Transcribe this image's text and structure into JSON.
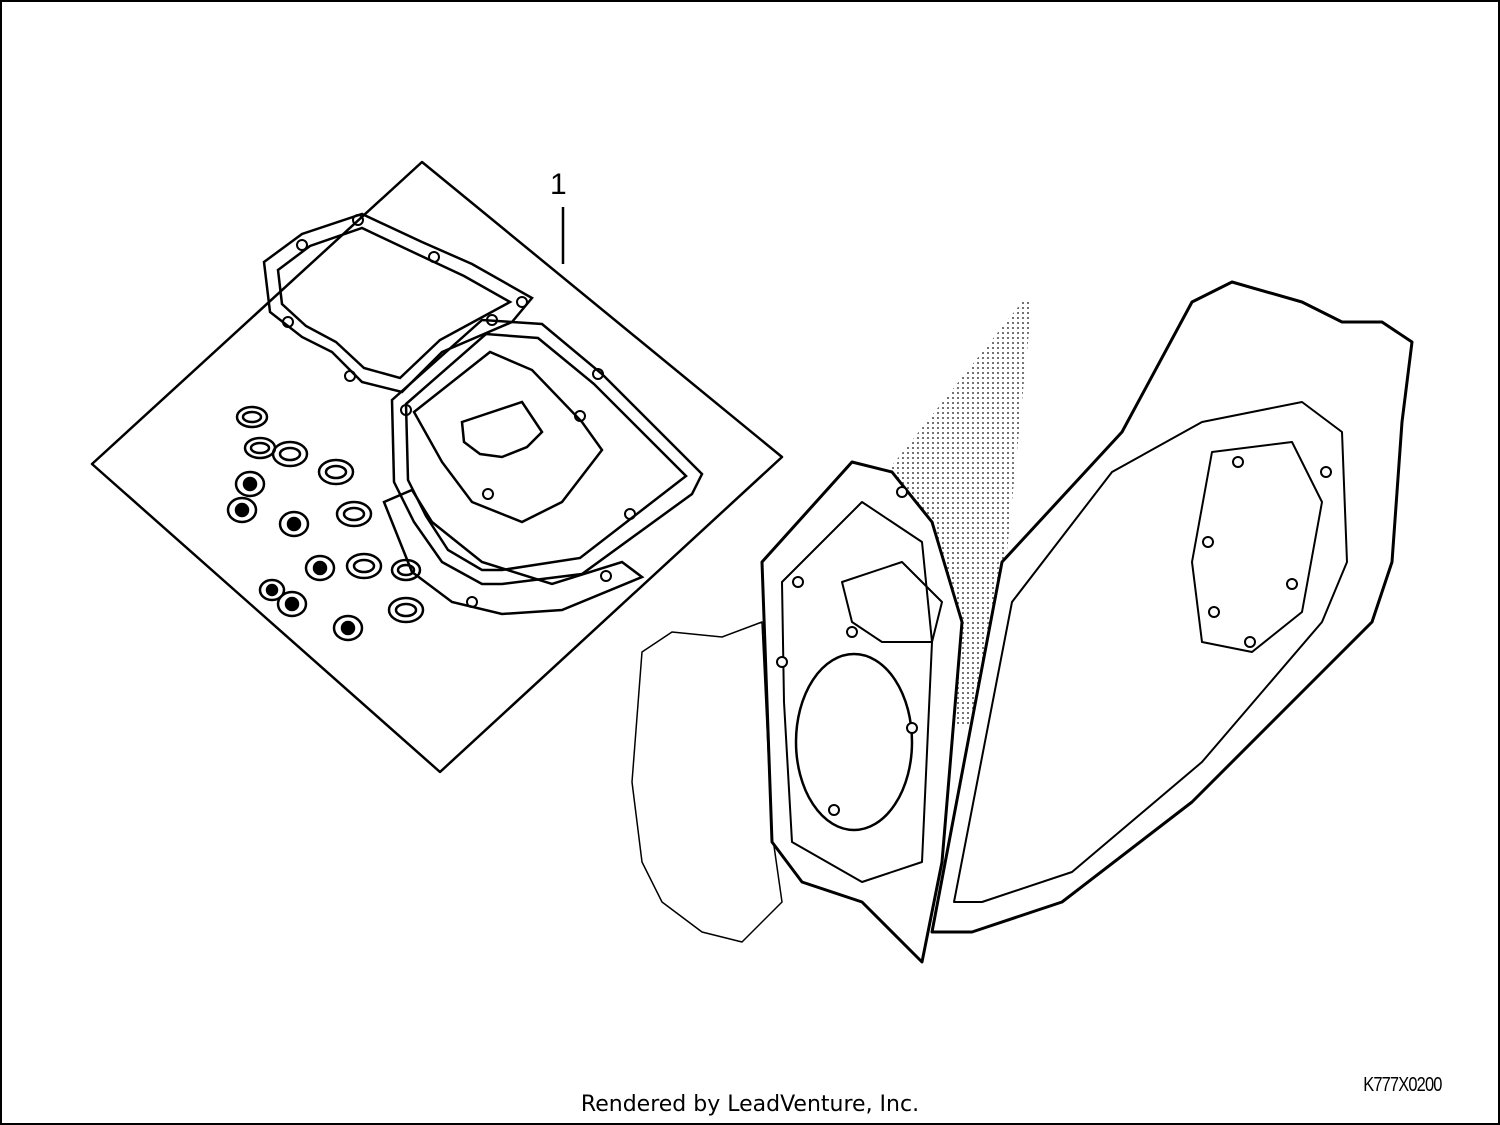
{
  "diagram": {
    "callout_number": "1",
    "diagram_code": "K777X0200",
    "credit": "Rendered by LeadVenture, Inc."
  }
}
